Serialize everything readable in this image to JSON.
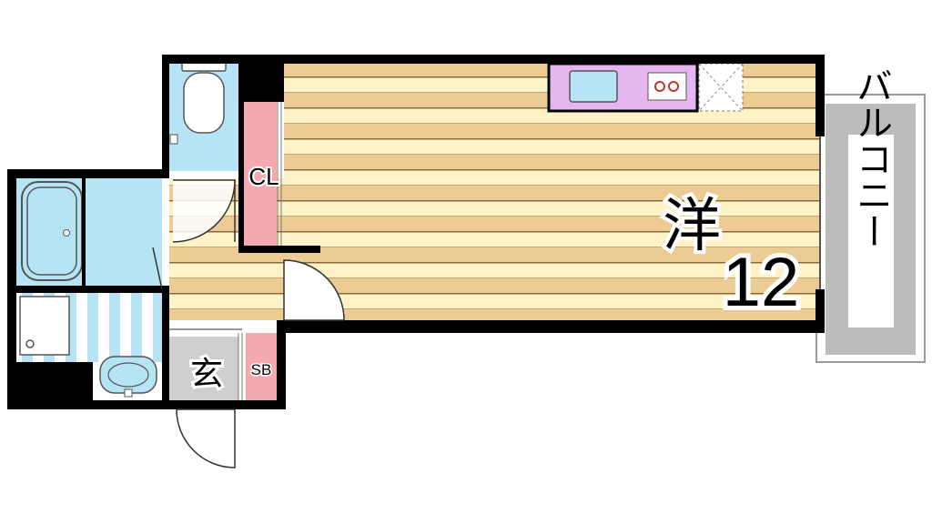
{
  "rooms": {
    "western_label": "洋",
    "western_size": "12",
    "closet_label": "CL",
    "entrance_label": "玄",
    "shoe_box_label": "SB",
    "balcony_label": "バルコニー"
  },
  "colors": {
    "wall": "#000000",
    "floor_light": "#fdf3c6",
    "floor_dark": "#eccb94",
    "wet_area": "#b7e4f5",
    "kitchen": "#e6b6f0",
    "storage": "#f4a9b1",
    "entrance": "#cfcfcf",
    "balcony": "#bcbcbc"
  }
}
